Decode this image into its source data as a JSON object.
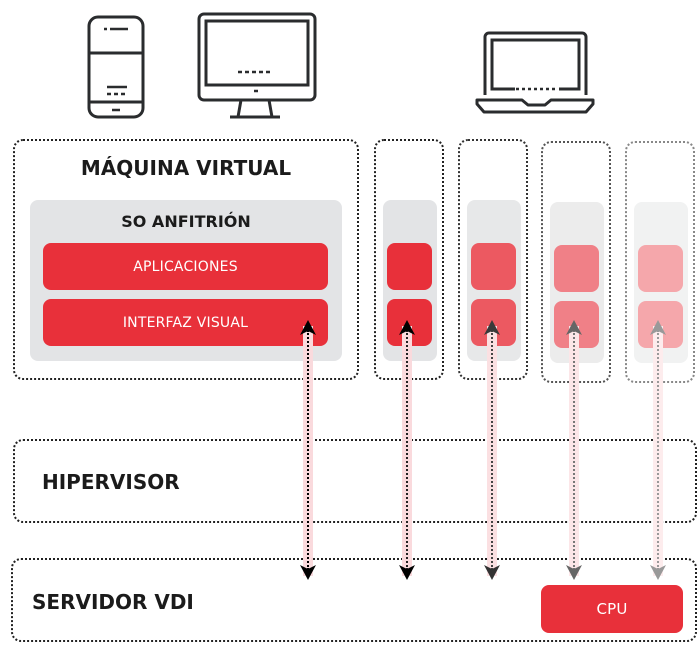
{
  "devices": {
    "phone": "smartphone-icon",
    "monitor": "desktop-monitor-icon",
    "laptop": "laptop-icon"
  },
  "vm": {
    "title": "MÁQUINA VIRTUAL",
    "host_os": "SO ANFITRIÓN",
    "apps": "APLICACIONES",
    "ui": "INTERFAZ VISUAL"
  },
  "hypervisor": {
    "label": "HIPERVISOR"
  },
  "server": {
    "label": "SERVIDOR VDI",
    "cpu": "CPU"
  },
  "colors": {
    "accent_red": "#e8303a",
    "red_levels": [
      "#e8303a",
      "#ec5961",
      "#f08087",
      "#f5a7ab"
    ],
    "arrow_levels": [
      "#000000",
      "#3a3a3a",
      "#666666",
      "#999999"
    ],
    "beam": "#fadadd"
  },
  "extra_vm_columns": 4
}
